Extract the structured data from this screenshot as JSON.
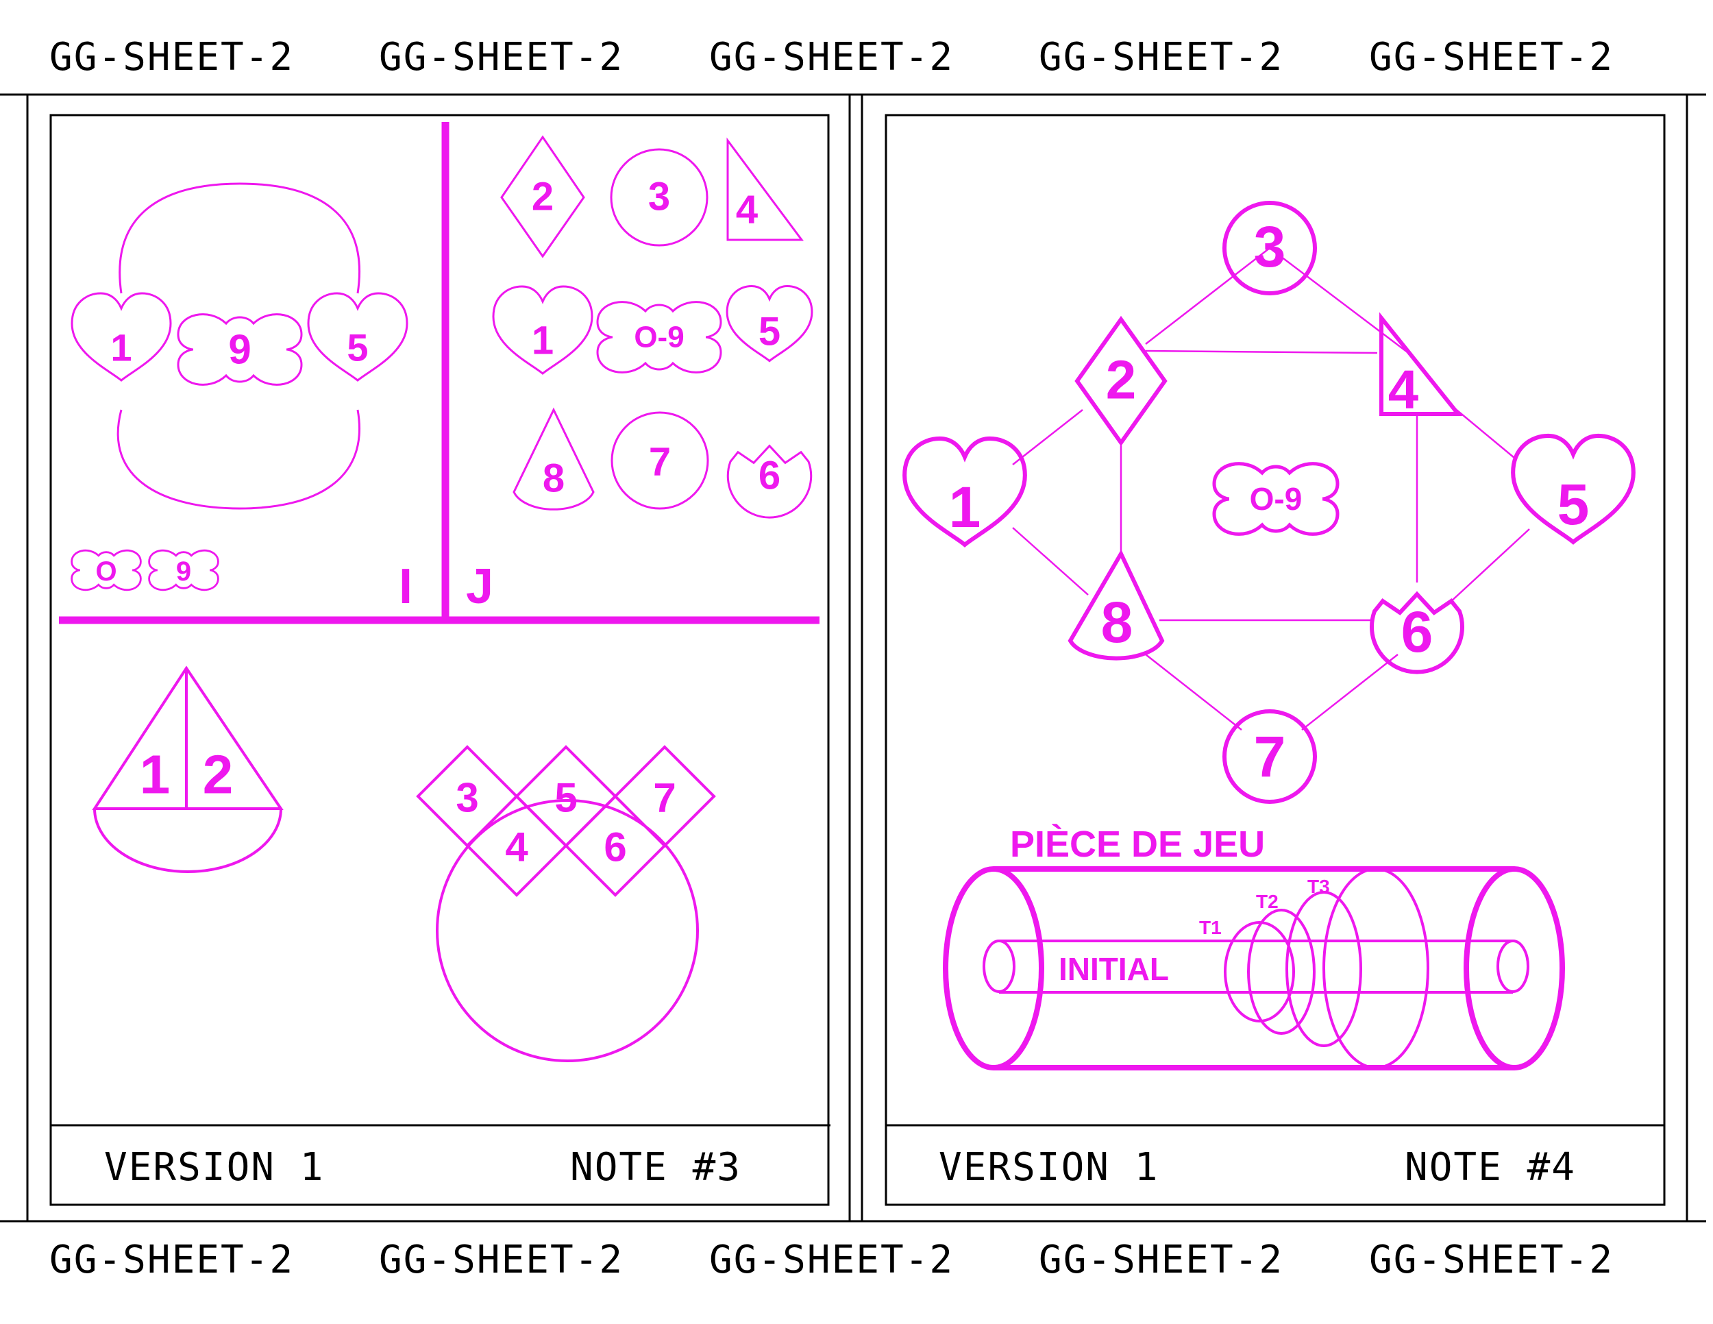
{
  "header": {
    "repeat": [
      "GG-SHEET-2",
      "GG-SHEET-2",
      "GG-SHEET-2",
      "GG-SHEET-2",
      "GG-SHEET-2"
    ]
  },
  "footer": {
    "repeat": [
      "GG-SHEET-2",
      "GG-SHEET-2",
      "GG-SHEET-2",
      "GG-SHEET-2",
      "GG-SHEET-2"
    ]
  },
  "colors": {
    "accent": "#ee18ee",
    "ink": "#000000",
    "background": "#ffffff"
  },
  "left_panel": {
    "loop": {
      "heart_left": "1",
      "flower_center": "9",
      "heart_right": "5"
    },
    "small_flowers": [
      "O",
      "9"
    ],
    "divider_labels": {
      "left": "I",
      "right": "J"
    },
    "grid": {
      "row1": [
        "2",
        "3",
        "4"
      ],
      "row2": [
        "1",
        "O-9",
        "5"
      ],
      "row3": [
        "8",
        "7",
        "6"
      ]
    },
    "boat": {
      "left": "1",
      "right": "2"
    },
    "diamonds": {
      "top": [
        "3",
        "5",
        "7"
      ],
      "bottom": [
        "4",
        "6"
      ]
    },
    "version": "VERSION 1",
    "note": "NOTE #3"
  },
  "right_panel": {
    "network": {
      "heart_left": "1",
      "diamond": "2",
      "circle_top": "3",
      "triangle": "4",
      "heart_right": "5",
      "tulip": "6",
      "circle_bottom": "7",
      "drop": "8",
      "flower_center": "O-9"
    },
    "piece": {
      "title": "PIÈCE DE JEU",
      "initial": "INITIAL",
      "t1": "T1",
      "t2": "T2",
      "t3": "T3"
    },
    "version": "VERSION 1",
    "note": "NOTE #4"
  }
}
